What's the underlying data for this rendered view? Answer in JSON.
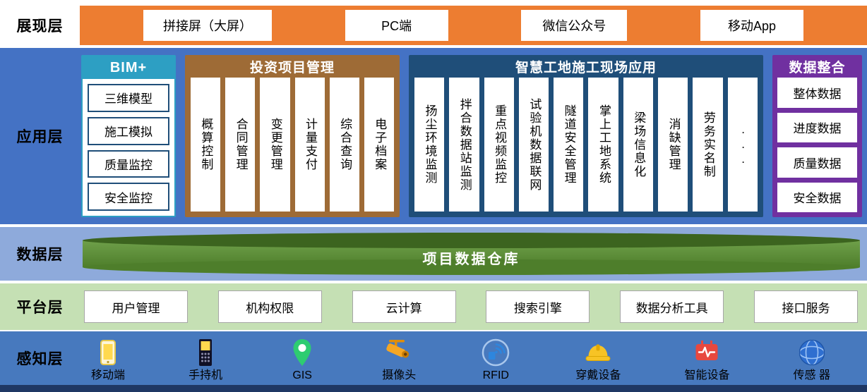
{
  "colors": {
    "presentation_band": "#ED7D31",
    "application_band": "#4472C4",
    "bim_accent": "#2D9FC3",
    "investment_accent": "#9E6B36",
    "smartsite_accent": "#1F4E79",
    "integration_accent": "#7030A0",
    "data_band": "#8EAADB",
    "warehouse_green": "#548235",
    "platform_band": "#C5E0B4",
    "perception_band": "#4779BE",
    "footer_strip": "#1F3864"
  },
  "layers": {
    "presentation": {
      "label": "展现层",
      "items": [
        "拼接屏（大屏）",
        "PC端",
        "微信公众号",
        "移动App"
      ]
    },
    "application": {
      "label": "应用层",
      "bim": {
        "title": "BIM+",
        "items": [
          "三维模型",
          "施工模拟",
          "质量监控",
          "安全监控"
        ]
      },
      "investment": {
        "title": "投资项目管理",
        "items": [
          "概算控制",
          "合同管理",
          "变更管理",
          "计量支付",
          "综合查询",
          "电子档案"
        ]
      },
      "smartsite": {
        "title": "智慧工地施工现场应用",
        "items": [
          "扬尘环境监测",
          "拌合数据站监测",
          "重点视频监控",
          "试验机数据联网",
          "隧道安全管理",
          "掌上工地系统",
          "梁场信息化",
          "消缺管理",
          "劳务实名制",
          "..."
        ]
      },
      "integration": {
        "title": "数据整合",
        "items": [
          "整体数据",
          "进度数据",
          "质量数据",
          "安全数据"
        ]
      }
    },
    "data": {
      "label": "数据层",
      "warehouse": "项目数据仓库"
    },
    "platform": {
      "label": "平台层",
      "items": [
        "用户管理",
        "机构权限",
        "云计算",
        "搜索引擎",
        "数据分析工具",
        "接口服务"
      ]
    },
    "perception": {
      "label": "感知层",
      "devices": [
        {
          "name": "移动端",
          "icon": "smartphone-icon"
        },
        {
          "name": "手持机",
          "icon": "handheld-terminal-icon"
        },
        {
          "name": "GIS",
          "icon": "map-pin-icon"
        },
        {
          "name": "摄像头",
          "icon": "cctv-camera-icon"
        },
        {
          "name": "RFID",
          "icon": "rfid-reader-icon"
        },
        {
          "name": "穿戴设备",
          "icon": "hard-hat-icon"
        },
        {
          "name": "智能设备",
          "icon": "smart-device-icon"
        },
        {
          "name": "传感 器",
          "icon": "sensor-globe-icon"
        }
      ]
    }
  }
}
